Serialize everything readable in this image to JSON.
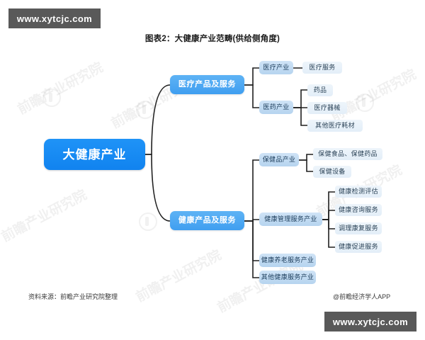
{
  "watermarks": {
    "top_label": "www.xytcjc.com",
    "bottom_label": "www.xytcjc.com",
    "ghost_label": "前瞻产业研究院"
  },
  "title": "图表2：大健康产业范畴(供给侧角度)",
  "footer": {
    "source": "资料来源：前瞻产业研究院整理",
    "app": "@前瞻经济学人APP"
  },
  "colors": {
    "root_bg": "#1183ef",
    "level2_bg": "#3f9ef0",
    "level3_bg": "#b6d4ef",
    "leaf_bg": "#e3eef8",
    "link": "#1f1f1f",
    "watermark_bg": "#595959"
  },
  "diagram": {
    "type": "mindmap",
    "root": "大健康产业",
    "branches": [
      {
        "label": "医疗产品及服务",
        "children": [
          {
            "label": "医疗产业",
            "leaves": [
              "医疗服务"
            ]
          },
          {
            "label": "医药产业",
            "leaves": [
              "药品",
              "医疗器械",
              "其他医疗耗材"
            ]
          }
        ]
      },
      {
        "label": "健康产品及服务",
        "children": [
          {
            "label": "保健品产业",
            "leaves": [
              "保健食品、保健药品",
              "保健设备"
            ]
          },
          {
            "label": "健康管理服务产业",
            "leaves": [
              "健康检测评估",
              "健康咨询服务",
              "调理康复服务",
              "健康促进服务"
            ]
          },
          {
            "label": "健康养老服务产业",
            "leaves": []
          },
          {
            "label": "其他健康服务产业",
            "leaves": []
          }
        ]
      }
    ]
  }
}
